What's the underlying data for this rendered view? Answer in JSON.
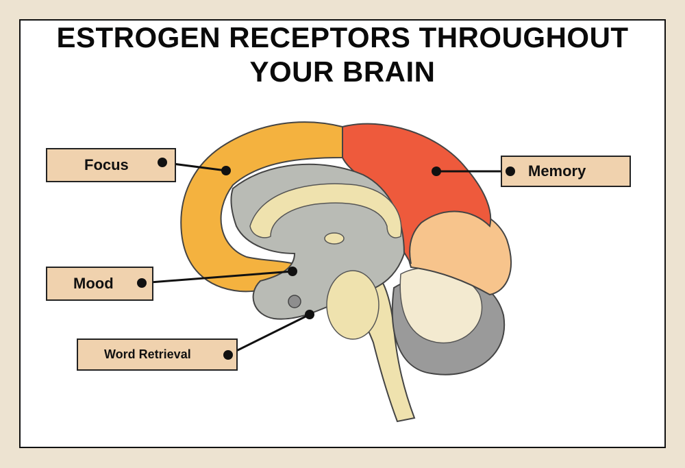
{
  "title": {
    "line1": "ESTROGEN RECEPTORS THROUGHOUT",
    "line2": "YOUR BRAIN"
  },
  "labels": [
    {
      "id": "focus",
      "text": "Focus",
      "region": "frontal-lobe"
    },
    {
      "id": "memory",
      "text": "Memory",
      "region": "parietal-lobe"
    },
    {
      "id": "mood",
      "text": "Mood",
      "region": "hypothalamus"
    },
    {
      "id": "word-retrieval",
      "text": "Word Retrieval",
      "region": "temporal-area"
    }
  ],
  "colors": {
    "background": "#ede3d1",
    "label_fill": "#f0d2ae",
    "frontal": "#f4b23f",
    "parietal": "#ee5a3c",
    "occipital": "#f7c48c",
    "inner_gray": "#b9bbb5",
    "cream": "#efe2ae",
    "cerebellum": "#9a9a9a"
  }
}
